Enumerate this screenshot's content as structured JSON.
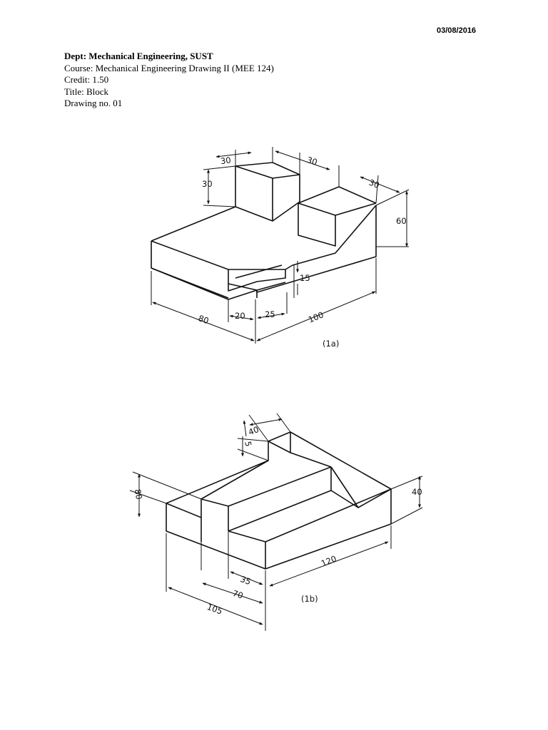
{
  "header": {
    "date": "03/08/2016",
    "dept": "Dept:  Mechanical Engineering, SUST",
    "course": "Course: Mechanical Engineering Drawing II (MEE 124)",
    "credit": "Credit: 1.50",
    "title": "Title: Block",
    "drawing_no": "Drawing no. 01"
  },
  "figure_a": {
    "caption": "(1a)",
    "dims": {
      "top_block_width": "30",
      "top_block_depth": "30",
      "top_block_height": "30",
      "right_block_width": "30",
      "total_height": "60",
      "slot_depth": "15",
      "width_left": "80",
      "slot_a": "20",
      "slot_b": "25",
      "length": "100"
    }
  },
  "figure_b": {
    "caption": "(1b)",
    "dims": {
      "rib_width": "40",
      "rib_height": "5",
      "left_height": "80",
      "right_height": "40",
      "slot_width": "35",
      "inner_width": "70",
      "total_width": "105",
      "length": "120"
    }
  }
}
